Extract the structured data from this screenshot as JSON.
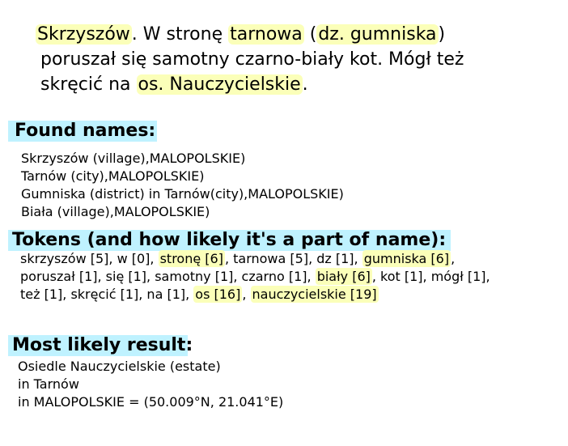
{
  "sentence": {
    "line1": [
      {
        "text": "Skrzyszów",
        "hl": true
      },
      {
        "text": ". W stronę ",
        "hl": false
      },
      {
        "text": "tarnowa",
        "hl": true
      },
      {
        "text": " (",
        "hl": false
      },
      {
        "text": "dz. gumniska",
        "hl": true
      },
      {
        "text": ")",
        "hl": false
      }
    ],
    "line2": "poruszał się samotny czarno-biały kot. Mógł też",
    "line3": [
      {
        "text": "skręcić na ",
        "hl": false
      },
      {
        "text": "os. Nauczycielskie",
        "hl": true
      },
      {
        "text": ".",
        "hl": false
      }
    ]
  },
  "found_names": {
    "heading": "Found names:",
    "items": [
      "Skrzyszów (village),MALOPOLSKIE)",
      "Tarnów (city),MALOPOLSKIE)",
      "Gumniska (district) in Tarnów(city),MALOPOLSKIE)",
      "Biała (village),MALOPOLSKIE)"
    ]
  },
  "tokens": {
    "heading": "Tokens (and how likely it's a part of name):",
    "lines": [
      [
        {
          "text": "skrzyszów [5], w [0], ",
          "hl": false
        },
        {
          "text": "stronę [6]",
          "hl": true
        },
        {
          "text": ", tarnowa [5], dz [1], ",
          "hl": false
        },
        {
          "text": "gumniska [6]",
          "hl": true
        },
        {
          "text": ",",
          "hl": false
        }
      ],
      [
        {
          "text": "poruszał [1], się [1], samotny [1], czarno [1], ",
          "hl": false
        },
        {
          "text": "biały [6]",
          "hl": true
        },
        {
          "text": ", kot [1], mógł [1],",
          "hl": false
        }
      ],
      [
        {
          "text": "też [1], skręcić [1], na [1], ",
          "hl": false
        },
        {
          "text": "os [16]",
          "hl": true
        },
        {
          "text": ", ",
          "hl": false
        },
        {
          "text": "nauczycielskie [19]",
          "hl": true
        }
      ]
    ]
  },
  "result": {
    "heading": "Most likely result:",
    "lines": [
      "Osiedle Nauczycielskie (estate)",
      "in Tarnów",
      "in MALOPOLSKIE = (50.009°N, 21.041°E)"
    ]
  },
  "colors": {
    "token_highlight": "#fbffb9",
    "heading_highlight": "#bff2ff"
  }
}
